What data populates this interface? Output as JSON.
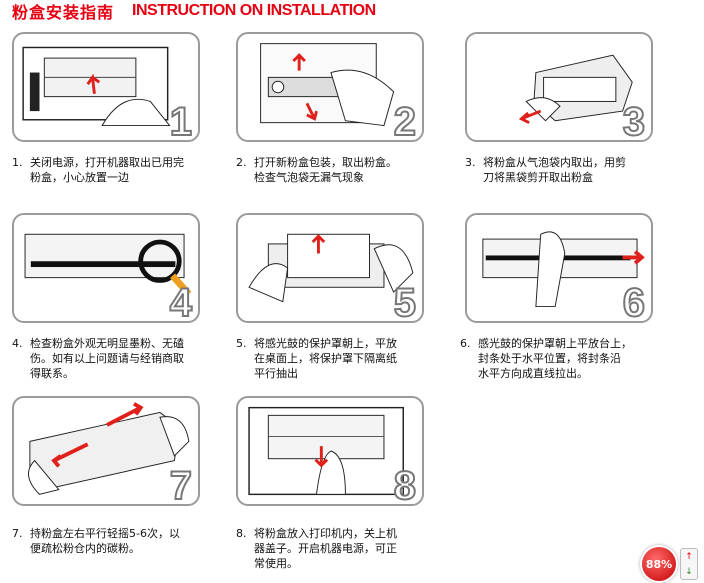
{
  "header": {
    "title_cn": "粉盒安装指南",
    "title_en": "INSTRUCTION ON INSTALLATION"
  },
  "steps": [
    {
      "number": "1",
      "label": "1.",
      "text": "关闭电源，打开机器取出已用完\n粉盒，小心放置一边"
    },
    {
      "number": "2",
      "label": "2.",
      "text": "打开新粉盒包装，取出粉盒。\n检查气泡袋无漏气现象"
    },
    {
      "number": "3",
      "label": "3.",
      "text": "将粉盒从气泡袋内取出，用剪\n刀将黑袋剪开取出粉盒"
    },
    {
      "number": "4",
      "label": "4.",
      "text": "检查粉盒外观无明显墨粉、无磕\n伤。如有以上问题请与经销商取\n得联系。"
    },
    {
      "number": "5",
      "label": "5.",
      "text": "将感光鼓的保护罩朝上，平放\n在桌面上，将保护罩下隔离纸\n平行抽出"
    },
    {
      "number": "6",
      "label": "6.",
      "text": "感光鼓的保护罩朝上平放台上，\n封条处于水平位置，将封条沿\n水平方向成直线拉出。"
    },
    {
      "number": "7",
      "label": "7.",
      "text": "持粉盒左右平行轻摇5-6次，以\n便疏松粉仓内的碳粉。"
    },
    {
      "number": "8",
      "label": "8.",
      "text": "将粉盒放入打印机内，关上机\n器盖子。开启机器电源，可正\n常使用。"
    }
  ],
  "zoom": {
    "level": "88%",
    "up": "↑",
    "down": "↓"
  },
  "colors": {
    "accent": "#e60012",
    "panel_border": "#9a9a9a",
    "arrow": "#e0201b",
    "magnifier": "#f0a020"
  }
}
